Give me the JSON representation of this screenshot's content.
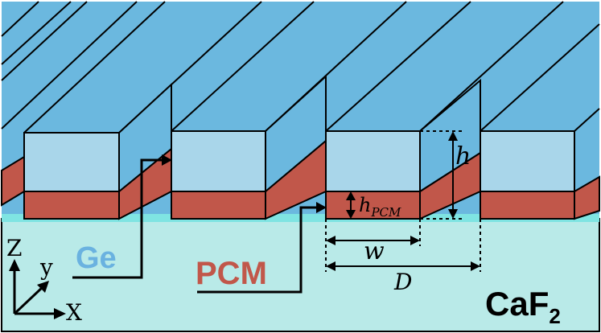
{
  "labels": {
    "ge": "Ge",
    "pcm": "PCM",
    "substrate": "CaF",
    "substrate_sub": "2",
    "height": "h",
    "pcm_height": "h",
    "pcm_height_sub": "PCM",
    "width": "w",
    "period": "D"
  },
  "axes": {
    "z": "Z",
    "y": "y",
    "x": "X"
  },
  "colors": {
    "ge_top": "#6bb8df",
    "ge_front": "#a9d6ea",
    "pcm": "#c1574a",
    "substrate": "#b9eae8",
    "substrate_top": "#7fe4e2",
    "ge_text": "#6ab2e0",
    "pcm_text": "#c1574a"
  }
}
